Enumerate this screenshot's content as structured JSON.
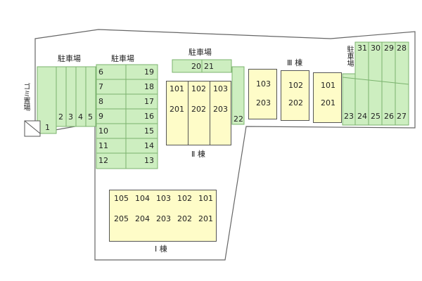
{
  "colors": {
    "parking": "#cdeec0",
    "parking_stroke": "#7bb36e",
    "building": "#fefcc8",
    "outline": "#555555"
  },
  "labels": {
    "parking_a": "駐車場",
    "parking_b": "駐車場",
    "parking_c": "駐車場",
    "parking_d": "駐車場",
    "garbage": "ゴミ置場",
    "bldg_1": "Ⅰ 棟",
    "bldg_2": "Ⅱ 棟",
    "bldg_3": "Ⅲ 棟"
  },
  "building_1": {
    "upper": [
      "105",
      "104",
      "103",
      "102",
      "101"
    ],
    "lower": [
      "205",
      "204",
      "203",
      "202",
      "201"
    ]
  },
  "building_2": {
    "upper": [
      "101",
      "102",
      "103"
    ],
    "lower": [
      "201",
      "202",
      "203"
    ]
  },
  "building_3": {
    "upper": [
      "103",
      "102",
      "101"
    ],
    "lower": [
      "203",
      "202",
      "201"
    ]
  },
  "parking": {
    "left_row": [
      "1",
      "2",
      "3",
      "4",
      "5"
    ],
    "grid_left": [
      "6",
      "7",
      "8",
      "9",
      "10",
      "11",
      "12"
    ],
    "grid_right": [
      "19",
      "18",
      "17",
      "16",
      "15",
      "14",
      "13"
    ],
    "top_pair": [
      "20",
      "21"
    ],
    "single": "22",
    "right_bottom": [
      "23",
      "24",
      "25",
      "26",
      "27"
    ],
    "right_top": [
      "31",
      "30",
      "29",
      "28"
    ]
  }
}
